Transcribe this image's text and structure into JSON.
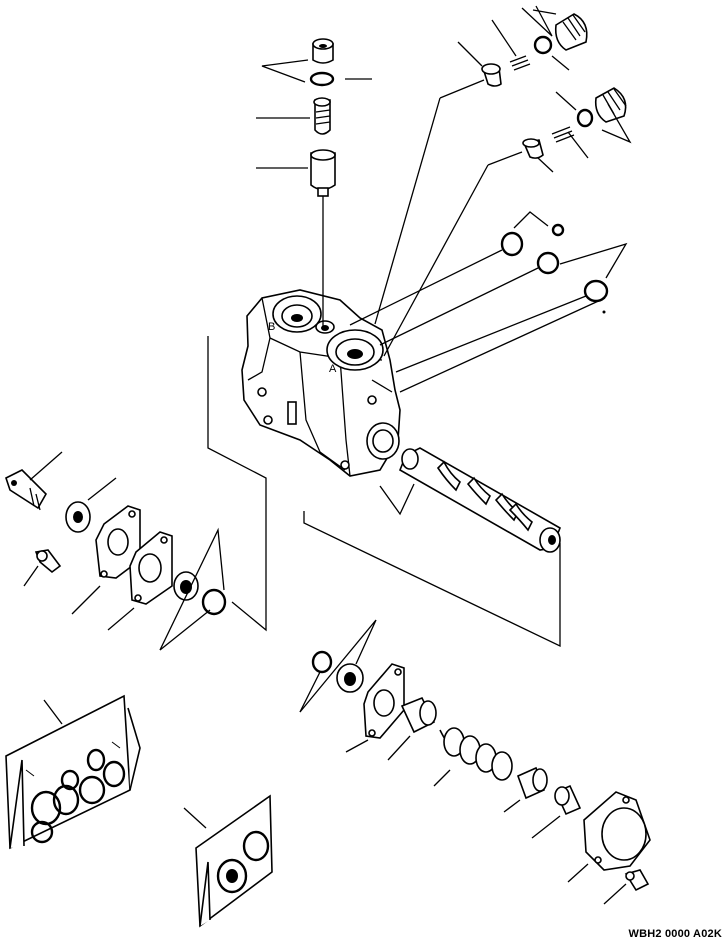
{
  "figure_code": "WBH2 0000 A02K",
  "port_labels": {
    "a": "A",
    "b": "B"
  }
}
